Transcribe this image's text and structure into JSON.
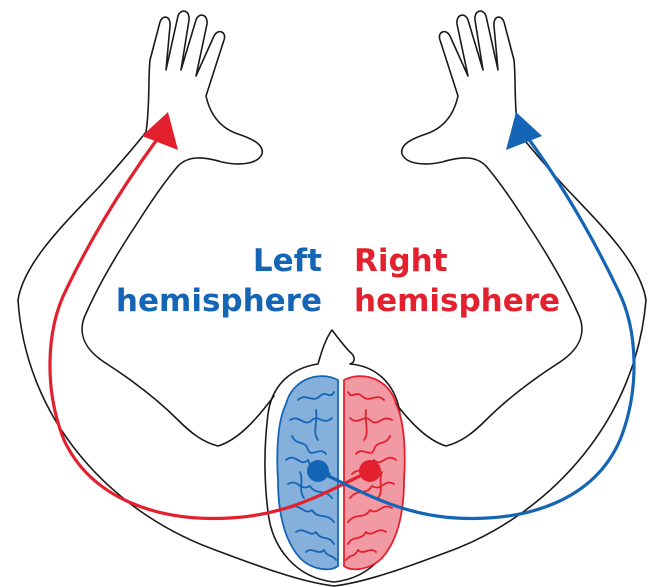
{
  "labels": {
    "left": {
      "line1": "Left",
      "line2": "hemisphere"
    },
    "right": {
      "line1": "Right",
      "line2": "hemisphere"
    }
  },
  "colors": {
    "left": "#1565b6",
    "right": "#e3202e",
    "left_fill": "#86b0dc",
    "right_fill": "#f29aa3",
    "outline": "#1a1a1a"
  }
}
